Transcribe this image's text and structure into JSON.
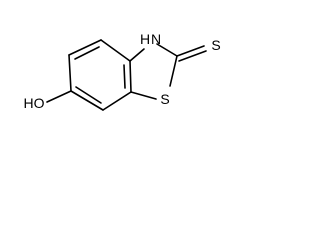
{
  "molecule": {
    "atoms": {
      "nh": "H",
      "n": "N",
      "s_exo": "S",
      "s_ring": "S",
      "hydroxyl": "HO"
    }
  }
}
